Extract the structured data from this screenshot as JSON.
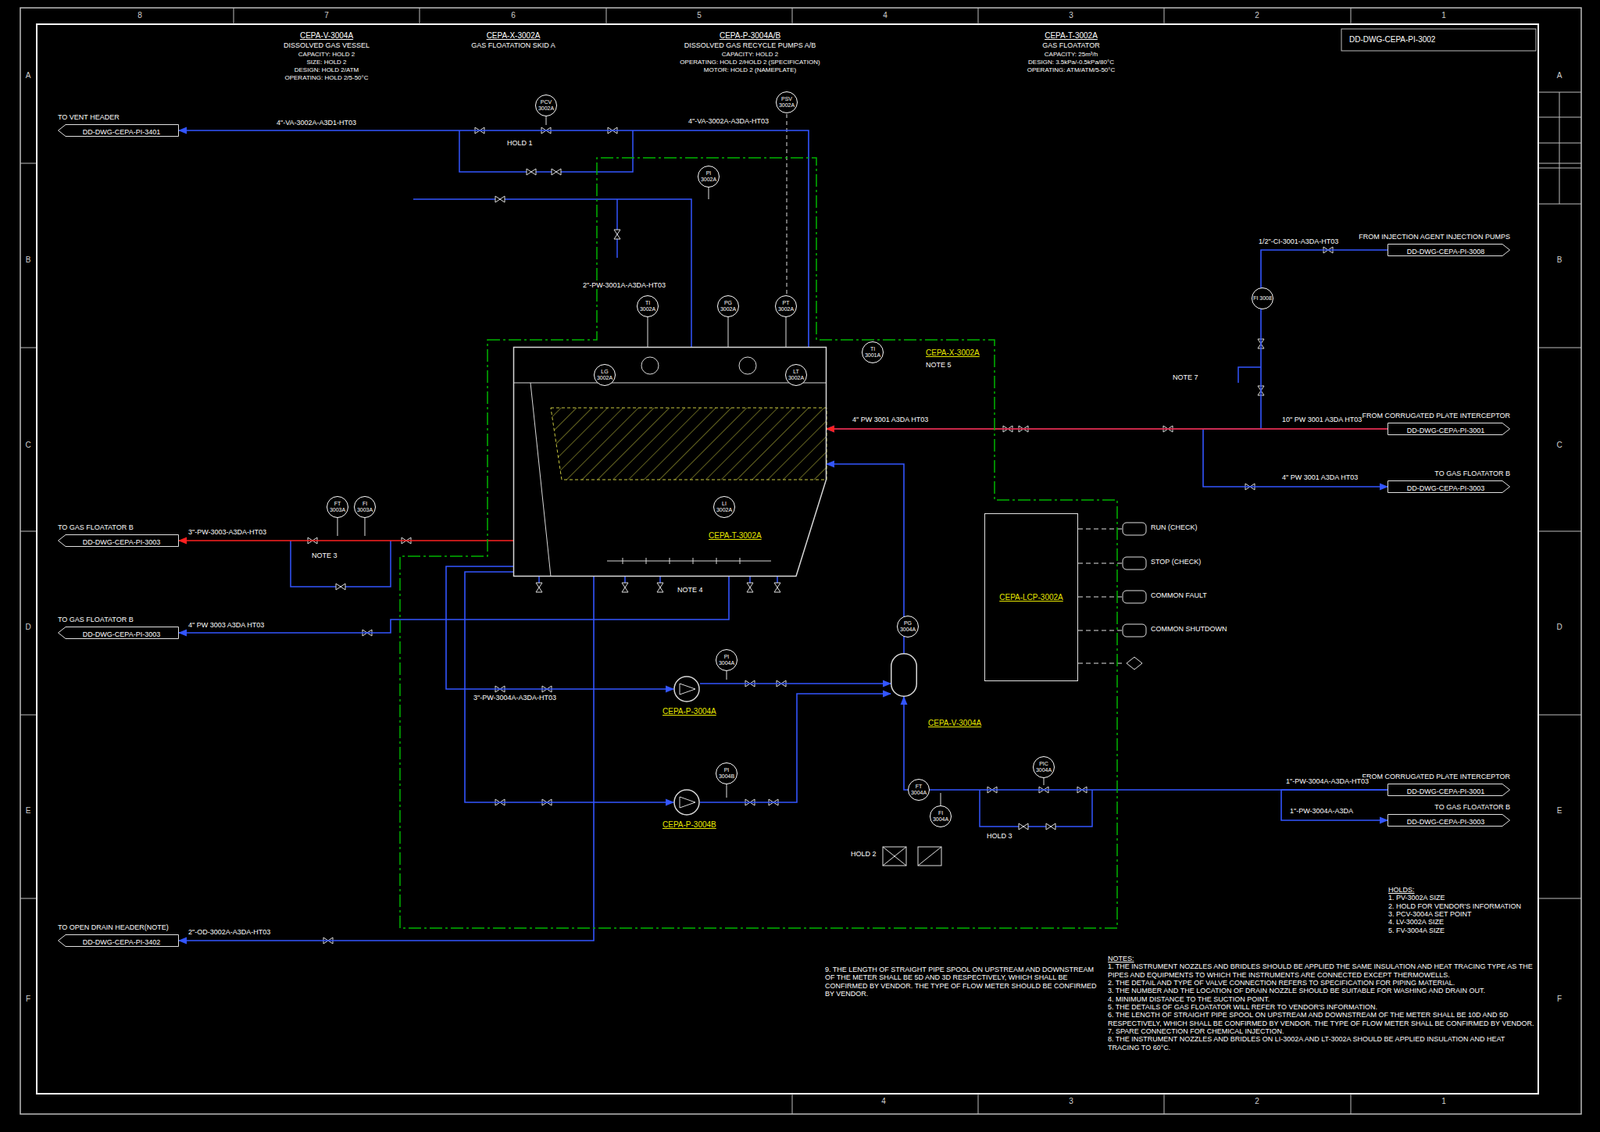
{
  "diagram": {
    "nodes": [
      {
        "text": [
          "TO VENT HEADER",
          "DD-DWG-CEPA-PI-3401"
        ]
      },
      {
        "text": [
          "PCV 3002A"
        ]
      },
      {
        "text": [
          "PSV 3002A"
        ]
      },
      {
        "text": [
          "CEPA-X-3002A",
          "NOTE 5"
        ]
      },
      {
        "text": [
          "PI 3002A"
        ],
        "in": 3
      },
      {
        "text": [
          "TI 3002A"
        ],
        "in": 3
      },
      {
        "text": [
          "PG 3002A"
        ],
        "in": 3
      },
      {
        "text": [
          "PT 3002A"
        ],
        "in": 3
      },
      {
        "text": [
          "CEPA-T-3002A"
        ],
        "in": 3
      },
      {
        "text": [
          "LG 3002A"
        ],
        "in": 8
      },
      {
        "text": [
          "LT 3002A"
        ],
        "in": 8
      },
      {
        "text": [
          "LI 3002A"
        ],
        "in": 8
      },
      {
        "text": [
          "TI 3001A"
        ],
        "in": 3
      },
      {
        "text": [
          "CEPA-LCP-3002A"
        ],
        "in": 3
      },
      {
        "text": [
          "CEPA-V-3004A"
        ],
        "in": 3
      },
      {
        "text": [
          "CEPA-P-3004A"
        ],
        "in": 3
      },
      {
        "text": [
          "CEPA-P-3004B"
        ],
        "in": 3
      },
      {
        "text": [
          "PI 3004A"
        ],
        "in": 3
      },
      {
        "text": [
          "PI 3004B"
        ],
        "in": 3
      },
      {
        "text": [
          "PG 3004A"
        ],
        "in": 3
      },
      {
        "text": [
          "FT 3004A"
        ],
        "in": 3
      },
      {
        "text": [
          "PIC 3004A"
        ],
        "in": 3
      },
      {
        "text": [
          "FI 3004A"
        ],
        "in": 3
      },
      {
        "text": [
          "FROM INJECTION AGENT INJECTION PUMPS",
          "DD-DWG-CEPA-PI-3008"
        ]
      },
      {
        "text": [
          "FI 3008"
        ]
      },
      {
        "text": [
          "FROM CORRUGATED PLATE INTERCEPTOR",
          "DD-DWG-CEPA-PI-3001"
        ]
      },
      {
        "text": [
          "TO GAS FLOATATOR B",
          "DD-DWG-CEPA-PI-3003"
        ]
      },
      {
        "text": [
          "TO GAS FLOATATOR B",
          "DD-DWG-CEPA-PI-3003"
        ]
      },
      {
        "text": [
          "FI 3003A"
        ]
      },
      {
        "text": [
          "FT 3003A"
        ]
      },
      {
        "text": [
          "TO GAS FLOATATOR B",
          "DD-DWG-CEPA-PI-3003"
        ]
      },
      {
        "text": [
          "FROM CORRUGATED PLATE INTERCEPTOR",
          "DD-DWG-CEPA-PI-3001"
        ]
      },
      {
        "text": [
          "TO GAS FLOATATOR B",
          "DD-DWG-CEPA-PI-3003"
        ]
      },
      {
        "text": [
          "TO OPEN DRAIN HEADER(NOTE)",
          "DD-DWG-CEPA-PI-3402"
        ]
      }
    ],
    "edges": [
      {
        "from": 8,
        "to": 0,
        "arrow": "to"
      },
      {
        "from": 25,
        "to": 8,
        "arrow": "to"
      },
      {
        "from": 25,
        "to": 26,
        "arrow": "to"
      },
      {
        "from": 23,
        "to": 8,
        "arrow": "to"
      },
      {
        "from": 8,
        "to": 27,
        "arrow": "to"
      },
      {
        "from": 8,
        "to": 30,
        "arrow": "to"
      },
      {
        "from": 8,
        "to": 15,
        "arrow": "to"
      },
      {
        "from": 8,
        "to": 16,
        "arrow": "to"
      },
      {
        "from": 15,
        "to": 14,
        "arrow": "to"
      },
      {
        "from": 16,
        "to": 14,
        "arrow": "to"
      },
      {
        "from": 14,
        "to": 8,
        "arrow": "to"
      },
      {
        "from": 31,
        "to": 14,
        "arrow": "to"
      },
      {
        "from": 31,
        "to": 32,
        "arrow": "to"
      },
      {
        "from": 8,
        "to": 33,
        "arrow": "to"
      }
    ],
    "labels": [
      "8",
      "7",
      "6",
      "5",
      "4",
      "3",
      "2",
      "1",
      "4",
      "3",
      "2",
      "1",
      "A",
      "B",
      "C",
      "D",
      "E",
      "F",
      "A",
      "B",
      "C",
      "D",
      "E",
      "F",
      "DD-DWG-CEPA-PI-3002",
      "CEPA-V-3004A",
      "DISSOLVED GAS VESSEL",
      "CAPACITY: HOLD 2",
      "SIZE: HOLD 2",
      "DESIGN: HOLD 2/ATM",
      "OPERATING: HOLD 2/5-50°C",
      "CEPA-X-3002A",
      "GAS FLOATATION SKID A",
      "CEPA-P-3004A/B",
      "DISSOLVED GAS RECYCLE PUMPS A/B",
      "CAPACITY: HOLD 2",
      "OPERATING: HOLD 2/HOLD 2 (SPECIFICATION)",
      "MOTOR: HOLD 2 (NAMEPLATE)",
      "CEPA-T-3002A",
      "GAS FLOATATOR",
      "CAPACITY: 25m³/h",
      "DESIGN: 3.5kPa/-0.5kPa/80°C",
      "OPERATING: ATM/ATM/5-50°C",
      "4\"-VA-3002A-A3D1-HT03",
      "4\"-VA-3002A-A3DA-HT03",
      "2\"-PW-3001A-A3DA-HT03",
      "4\" PW 3001 A3DA HT03",
      "10\" PW 3001 A3DA HT03",
      "4\" PW 3001 A3DA HT03",
      "1/2\"-CI-3001-A3DA-HT03",
      "3\"-PW-3003-A3DA-HT03",
      "4\" PW 3003 A3DA HT03",
      "2\"-OD-3002A-A3DA-HT03",
      "3\"-PW-3004A-A3DA-HT03",
      "1\"-PW-3004A-A3DA-HT03",
      "1\"-PW-3004A-A3DA",
      "NOTE 4",
      "NOTE 3",
      "NOTE 7",
      "HOLD 1",
      "HOLD 3",
      "HOLD 2",
      "RUN (CHECK)",
      "STOP (CHECK)",
      "COMMON FAULT",
      "COMMON SHUTDOWN",
      "HOLDS:",
      "1. PV-3002A SIZE",
      "2. HOLD FOR VENDOR'S INFORMATION",
      "3. PCV-3004A SET POINT",
      "4. LV-3002A SIZE",
      "5. FV-3004A SIZE",
      "NOTES:",
      "1. THE INSTRUMENT NOZZLES AND BRIDLES SHOULD BE APPLIED THE SAME INSULATION AND HEAT TRACING TYPE AS THE PIPES AND EQUIPMENTS TO WHICH THE INSTRUMENTS ARE CONNECTED EXCEPT THERMOWELLS.",
      "2. THE DETAIL AND TYPE OF VALVE CONNECTION REFERS TO SPECIFICATION FOR PIPING MATERIAL.",
      "3. THE NUMBER AND THE LOCATION OF DRAIN NOZZLE SHOULD BE SUITABLE FOR WASHING AND DRAIN OUT.",
      "4. MINIMUM DISTANCE TO THE SUCTION POINT.",
      "5. THE DETAILS OF GAS FLOATATOR WILL REFER TO VENDOR'S INFORMATION.",
      "6. THE LENGTH OF STRAIGHT PIPE SPOOL ON UPSTREAM AND DOWNSTREAM OF THE METER SHALL BE 10D AND 5D RESPECTIVELY, WHICH SHALL BE CONFIRMED BY VENDOR. THE TYPE OF FLOW METER SHALL BE CONFIRMED BY VENDOR.",
      "7. SPARE CONNECTION FOR CHEMICAL INJECTION.",
      "8. THE INSTRUMENT NOZZLES AND BRIDLES ON LI-3002A AND LT-3002A SHOULD BE APPLIED INSULATION AND HEAT TRACING TO 60°C.",
      "9. THE LENGTH OF STRAIGHT PIPE SPOOL ON UPSTREAM AND DOWNSTREAM OF THE METER SHALL BE 5D AND 3D RESPECTIVELY, WHICH SHALL BE CONFIRMED BY VENDOR. THE TYPE OF FLOW METER SHOULD BE CONFIRMED BY VENDOR."
    ]
  }
}
